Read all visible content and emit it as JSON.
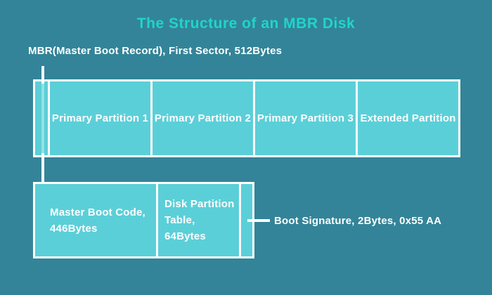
{
  "title": "The Structure of an MBR Disk",
  "annotations": {
    "mbr_label": "MBR(Master Boot Record), First Sector, 512Bytes",
    "boot_signature_label": "Boot Signature, 2Bytes, 0x55 AA"
  },
  "disk_structure": {
    "row1": {
      "mbr_sector_cell": "",
      "partitions": [
        "Primary Partition 1",
        "Primary Partition 2",
        "Primary Partition 3",
        "Extended Partition"
      ]
    },
    "row2": {
      "master_boot_code": {
        "line1": "Master Boot Code,",
        "line2": "446Bytes"
      },
      "disk_partition_table": {
        "line1": "Disk Partition",
        "line2": "Table, 64Bytes"
      },
      "boot_signature_cell": ""
    }
  },
  "colors": {
    "background": "#338498",
    "cell_fill": "#5BCFD8",
    "title_text": "#20D4CC",
    "text_and_lines": "#FFFFFF"
  }
}
